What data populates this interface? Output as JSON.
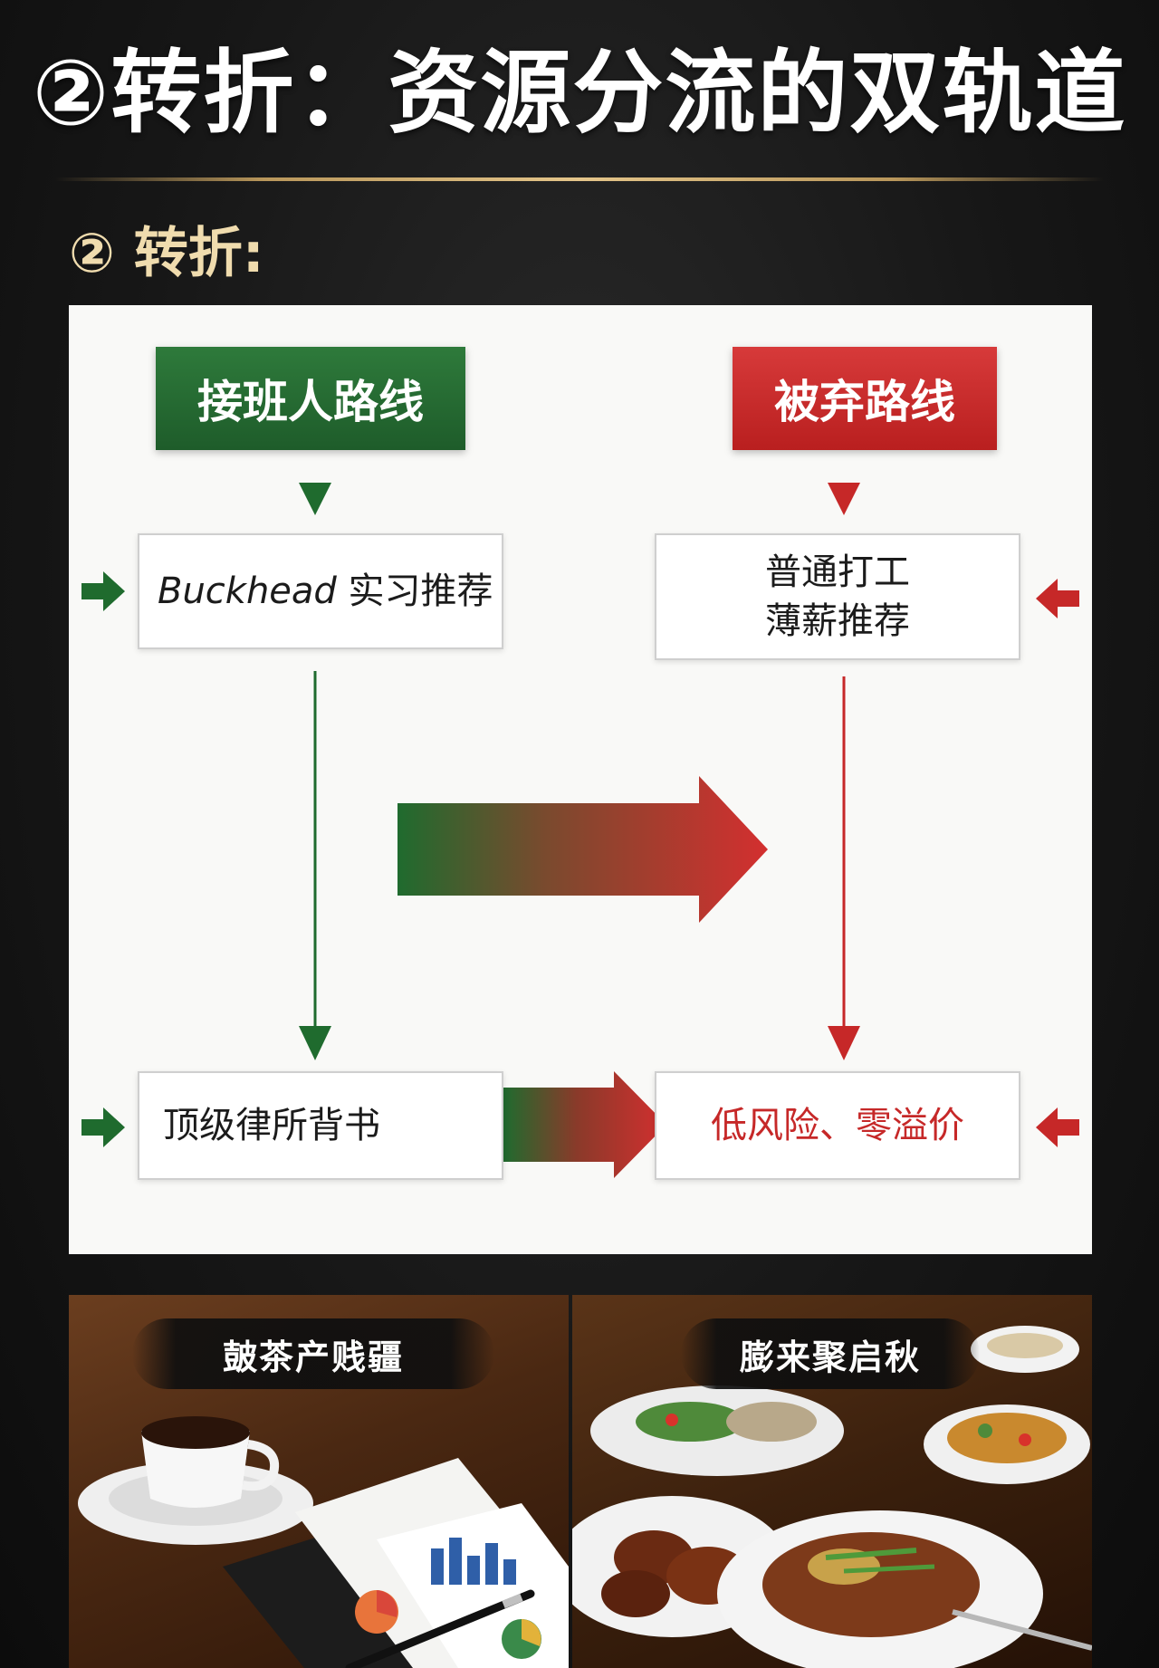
{
  "header": {
    "title": "②转折：资源分流的双轨道",
    "section_label": "② 转折:"
  },
  "diagram": {
    "left_route": {
      "title": "接班人路线",
      "top_box": {
        "brand": "Buckhead",
        "rest": " 实习推荐"
      },
      "bottom_box": "顶级律所背书"
    },
    "right_route": {
      "title": "被弃路线",
      "top_box_line1": "普通打工",
      "top_box_line2": "薄薪推荐",
      "bottom_box": "低风险、零溢价"
    },
    "colors": {
      "green": "#1f6b2e",
      "red": "#c62828"
    }
  },
  "photos": {
    "left_caption": "皷茶产贱疆",
    "right_caption": "膨来聚启秋"
  }
}
